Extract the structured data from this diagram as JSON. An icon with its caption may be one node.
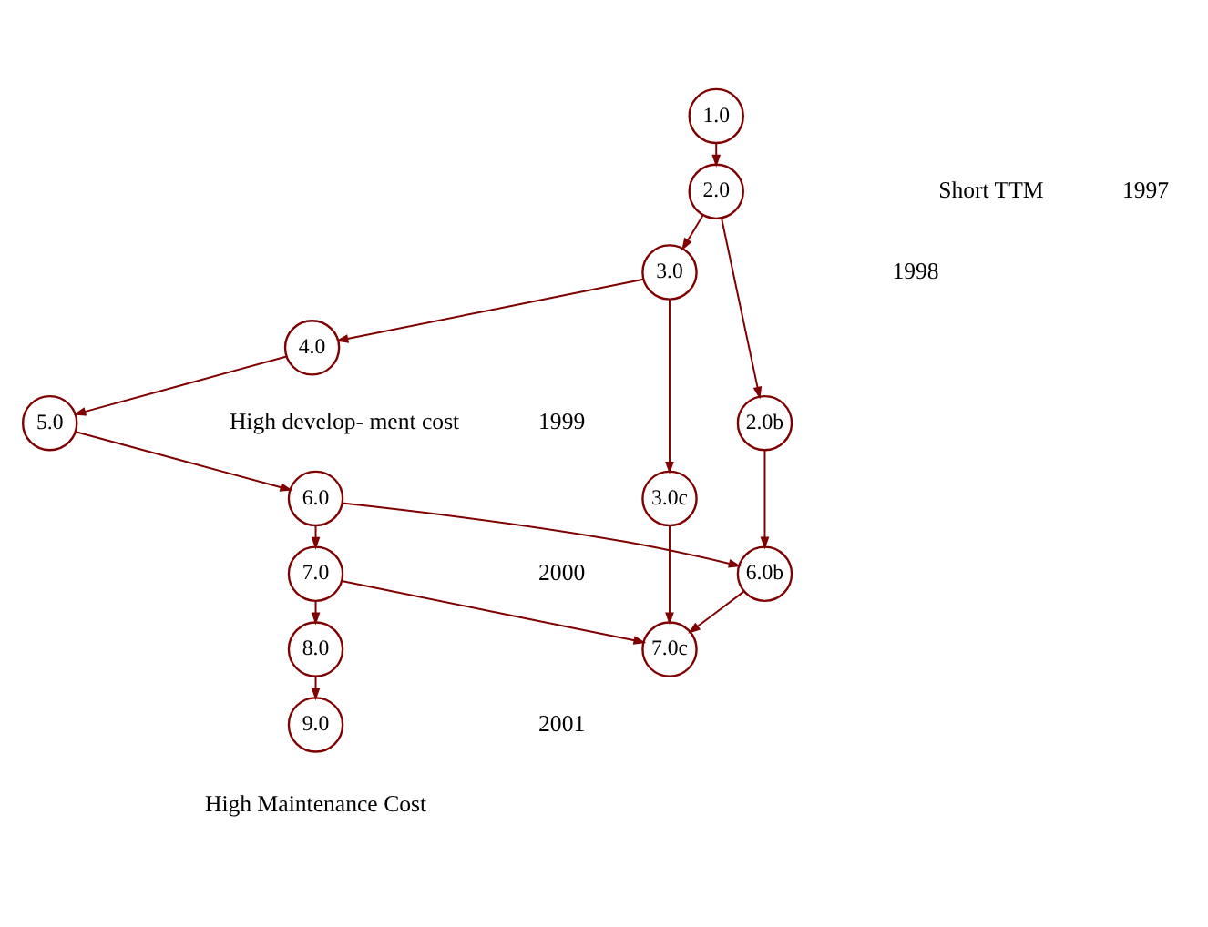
{
  "diagram": {
    "nodes": [
      {
        "text": [
          "1.0"
        ]
      },
      {
        "text": [
          "2.0"
        ]
      },
      {
        "text": [
          "2.0b"
        ]
      },
      {
        "text": [
          "3.0"
        ]
      },
      {
        "text": [
          "4.0"
        ]
      },
      {
        "text": [
          "3.0c"
        ]
      },
      {
        "text": [
          "5.0"
        ]
      },
      {
        "text": [
          "6.0"
        ]
      },
      {
        "text": [
          "6.0b"
        ]
      },
      {
        "text": [
          "7.0"
        ]
      },
      {
        "text": [
          "7.0c"
        ]
      },
      {
        "text": [
          "8.0"
        ]
      },
      {
        "text": [
          "9.0"
        ]
      }
    ],
    "edges": [
      {
        "from": 0,
        "to": 1,
        "arrow": "to"
      },
      {
        "from": 1,
        "to": 3,
        "arrow": "to"
      },
      {
        "from": 1,
        "to": 2,
        "arrow": "to"
      },
      {
        "from": 3,
        "to": 4,
        "arrow": "to"
      },
      {
        "from": 3,
        "to": 5,
        "arrow": "to"
      },
      {
        "from": 4,
        "to": 6,
        "arrow": "to"
      },
      {
        "from": 6,
        "to": 7,
        "arrow": "to"
      },
      {
        "from": 2,
        "to": 8,
        "arrow": "to"
      },
      {
        "from": 7,
        "to": 9,
        "arrow": "to"
      },
      {
        "from": 7,
        "to": 8,
        "arrow": "to"
      },
      {
        "from": 5,
        "to": 10,
        "arrow": "to"
      },
      {
        "from": 9,
        "to": 10,
        "arrow": "to"
      },
      {
        "from": 8,
        "to": 10,
        "arrow": "to"
      },
      {
        "from": 9,
        "to": 11,
        "arrow": "to"
      },
      {
        "from": 11,
        "to": 12,
        "arrow": "to"
      }
    ],
    "labels": [
      "Short TTM",
      "1997",
      "1998",
      "High develop- ment cost",
      "1999",
      "2000",
      "2001",
      "High Maintenance Cost"
    ]
  }
}
